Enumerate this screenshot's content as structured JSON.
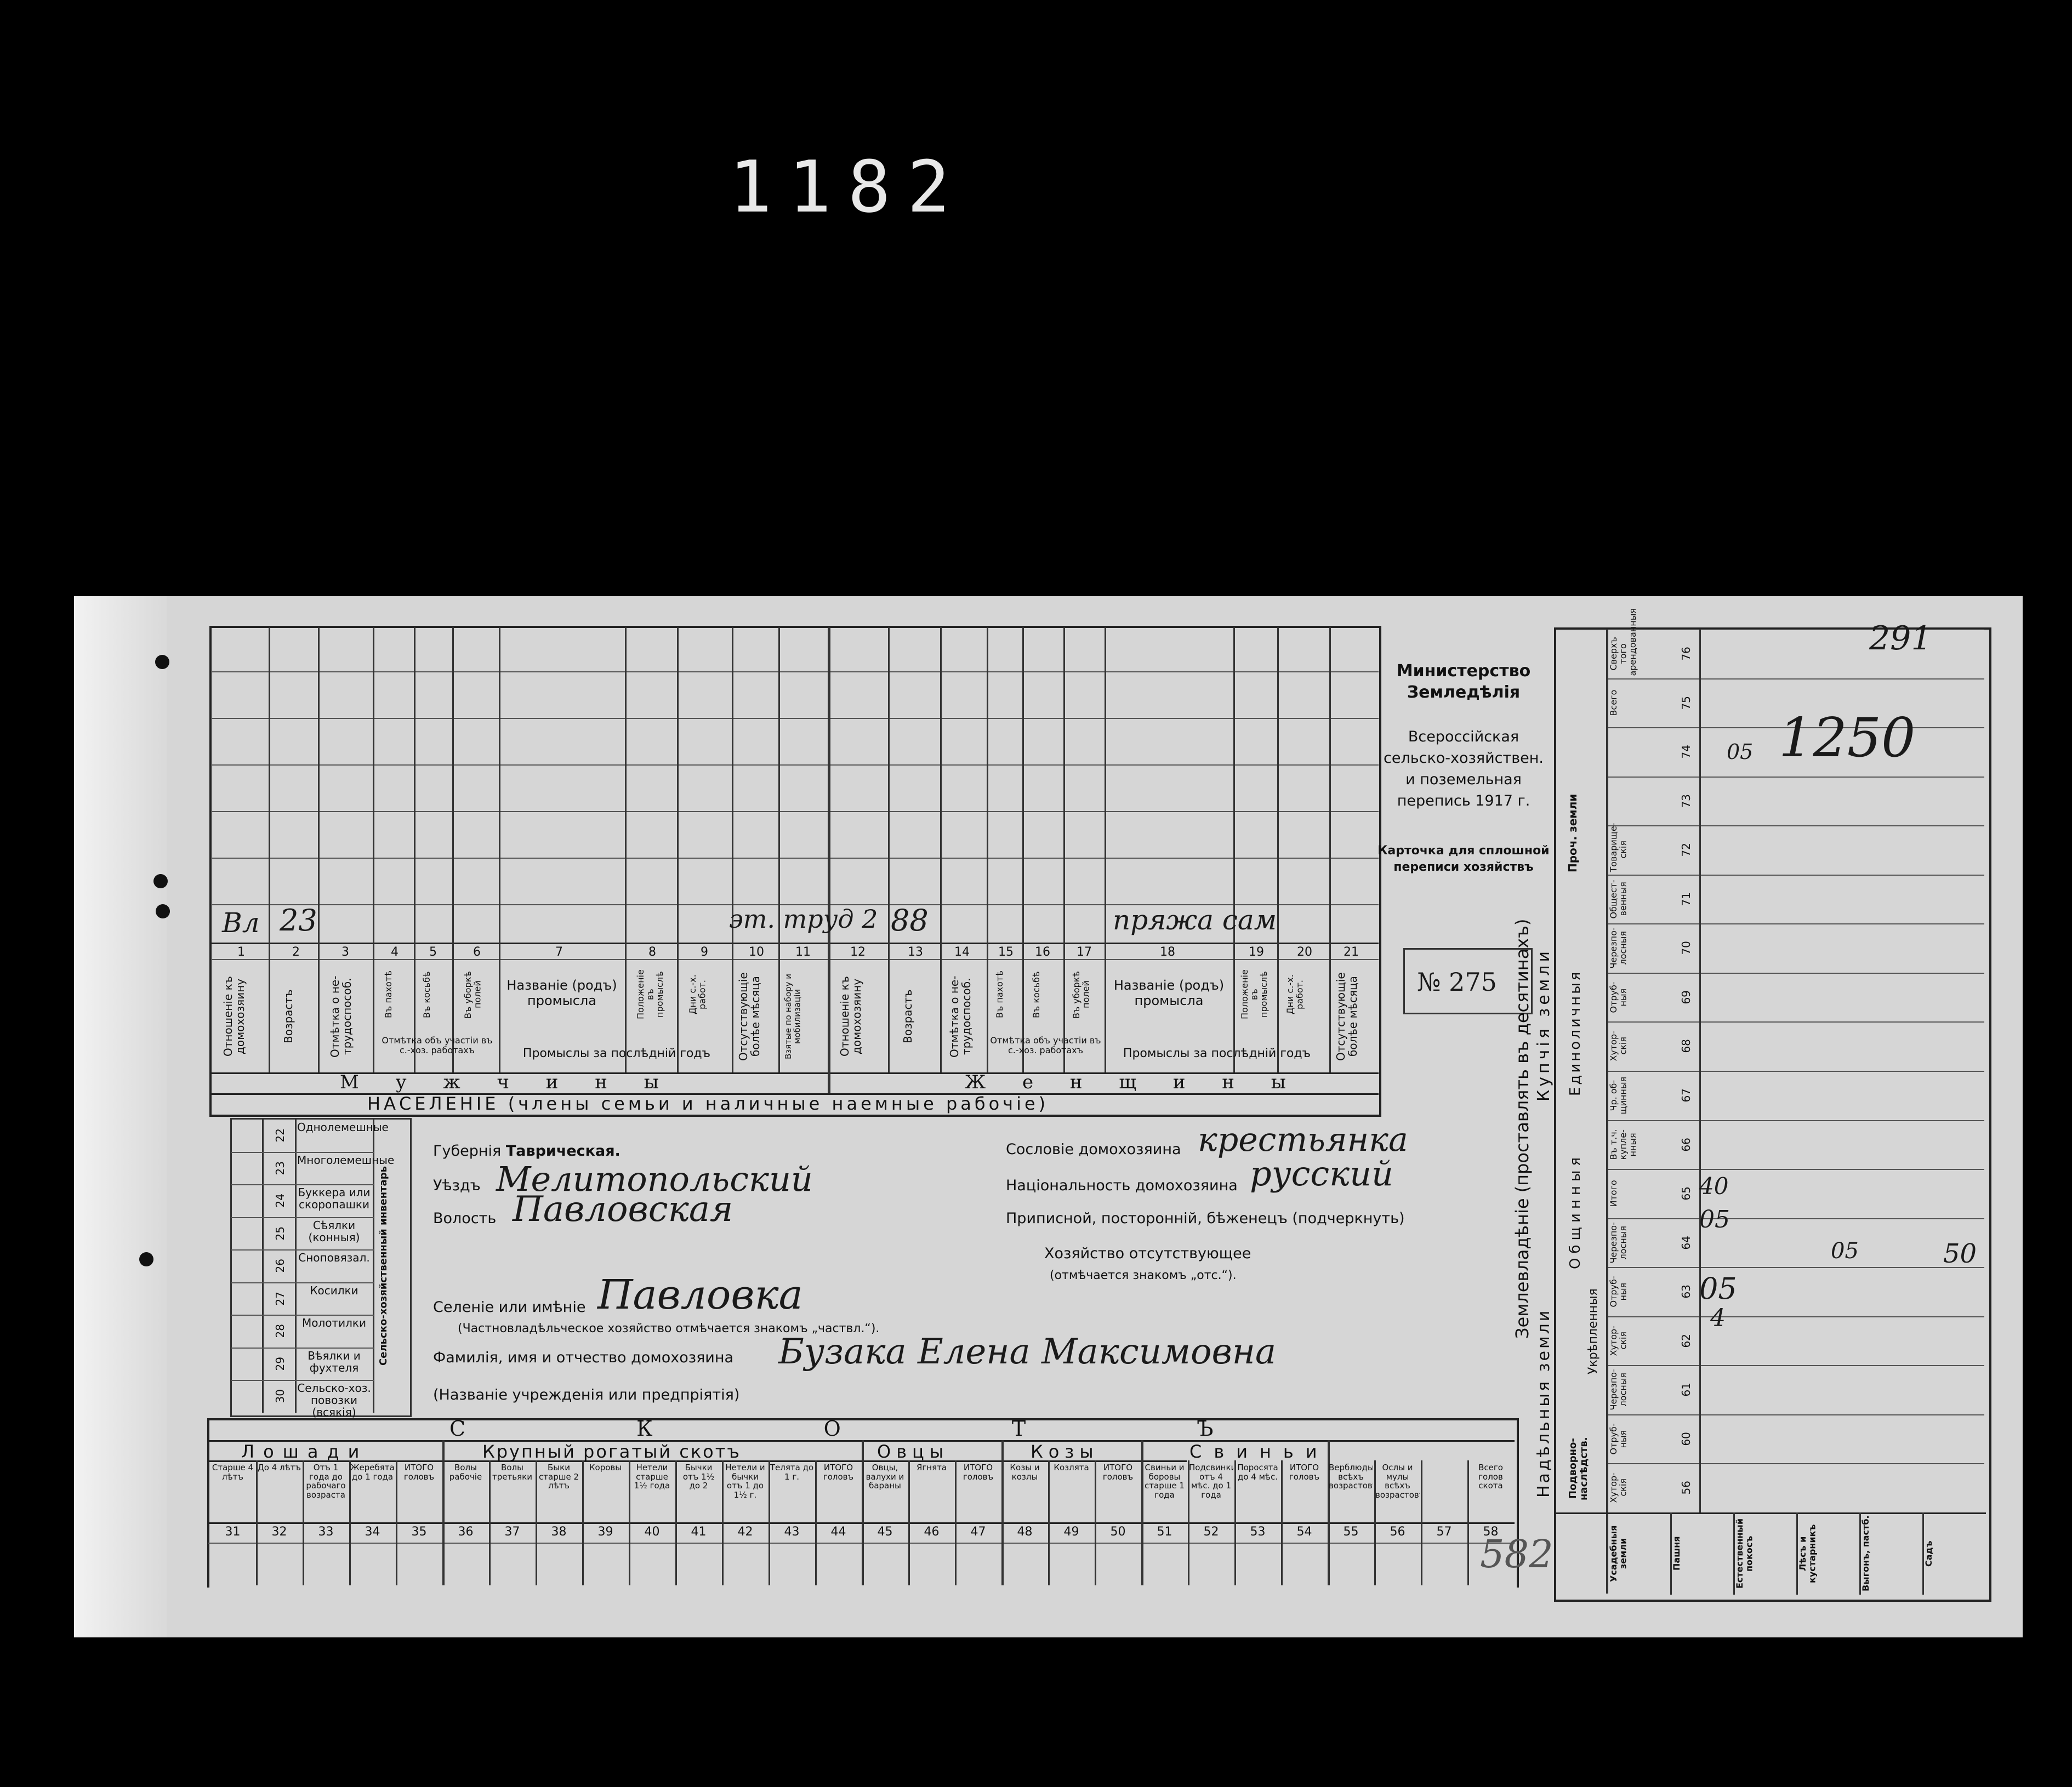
{
  "frame_number": "1182",
  "ministry": {
    "line1": "Министерство",
    "line2": "Земледѣлія",
    "census_line1": "Всероссійская",
    "census_line2": "сельско-хозяйствен.",
    "census_line3": "и поземельная",
    "census_line4": "перепись 1917 г.",
    "card_line1": "Карточка для сплошной",
    "card_line2": "переписи хозяйствъ"
  },
  "card_number": "№ 275",
  "population": {
    "section_title": "НАСЕЛЕНІЕ (члены семьи и наличные наемные рабочіе)",
    "men_label": "М у ж ч и н ы",
    "women_label": "Ж е н щ и н ы",
    "col_numbers": [
      "1",
      "2",
      "3",
      "4",
      "5",
      "6",
      "7",
      "8",
      "9",
      "10",
      "11",
      "12",
      "13",
      "14",
      "15",
      "16",
      "17",
      "18",
      "19",
      "20",
      "21"
    ],
    "headers": {
      "relation": "Отношеніе къ домохозяину",
      "age": "Возрастъ",
      "disabled": "Отмѣтка о не-трудоспособ.",
      "plowing": "Въ пахотѣ",
      "mowing": "Въ косьбѣ",
      "harvest": "Въ уборкѣ полей",
      "participation": "Отмѣтка объ участіи въ с.-хоз. работахъ",
      "trade_name": "Названіе (родъ) промысла",
      "trade_position": "Положеніе въ промыслѣ",
      "trade_days": "Дни с.-х. работ.",
      "trades_last_year": "Промыслы за послѣдній годъ",
      "absent": "Отсутствующіе болѣе мѣсяца",
      "drafted": "Взятые по набору и мобилизаціи"
    },
    "row_entries": {
      "relation": "Вл",
      "age": "23",
      "trade": "эт. труд 2",
      "trade_days": "88",
      "women_trade": "пряжа сам"
    }
  },
  "inventory": {
    "title": "Сельско-хозяйственный инвентарь",
    "rows": [
      {
        "n": "22",
        "label": "Однолемешные"
      },
      {
        "n": "23",
        "label": "Многолемешные"
      },
      {
        "n": "24",
        "label": "Буккера или скоропашки"
      },
      {
        "n": "25",
        "label": "Сѣялки (конныя)"
      },
      {
        "n": "26",
        "label": "Сноповязал."
      },
      {
        "n": "27",
        "label": "Косилки"
      },
      {
        "n": "28",
        "label": "Молотилки"
      },
      {
        "n": "29",
        "label": "Вѣялки и фухтеля"
      },
      {
        "n": "30",
        "label": "Сельско-хоз. повозки (всякія)"
      }
    ]
  },
  "household": {
    "guberniya_label": "Губернія",
    "guberniya_value": "Таврическая.",
    "uezd_label": "Уѣздъ",
    "uezd_value": "Мелитопольский",
    "volost_label": "Волость",
    "volost_value": "Павловская",
    "selenie_label": "Селеніе или имѣніе",
    "selenie_value": "Павловка",
    "private_note": "(Частновладѣльческое хозяйство отмѣчается знакомъ „частвл.“).",
    "name_label": "Фамилія, имя и отчество домохозяина",
    "name_value": "Бузака Елена Максимовна",
    "institution_label": "(Названіе учрежденія или предпріятія)",
    "estate_label": "Сословіе домохозяина",
    "estate_value": "крестьянка",
    "nationality_label": "Національность домохозяина",
    "nationality_value": "русский",
    "registered_label": "Приписной, посторонній, бѣженецъ (подчеркнуть)",
    "absent_label": "Хозяйство отсутствующее",
    "absent_note": "(отмѣчается знакомъ „отс.“)."
  },
  "livestock": {
    "title": "С  К  О  Т  Ъ",
    "groups": {
      "horses": "Лошади",
      "cattle": "Крупный рогатый скотъ",
      "sheep": "Овцы",
      "goats": "Козы",
      "pigs": "Свиньи"
    },
    "headers": [
      "Старше 4 лѣтъ",
      "До 4 лѣтъ",
      "Отъ 1 года до рабочаго возраста",
      "Жеребята до 1 года",
      "ИТОГО головъ",
      "Волы рабочіе",
      "Волы третьяки",
      "Быки старше 2 лѣтъ",
      "Коровы",
      "Нетели старше 1½ года",
      "Бычки отъ 1½ до 2",
      "Нетели и бычки отъ 1 до 1½ г.",
      "Телята до 1 г.",
      "ИТОГО головъ",
      "Овцы, валухи и бараны",
      "Ягнята",
      "ИТОГО головъ",
      "Козы и козлы",
      "Козлята",
      "ИТОГО головъ",
      "Свиньи и боровы старше 1 года",
      "Подсвинки отъ 4 мѣс. до 1 года",
      "Поросята до 4 мѣс.",
      "ИТОГО головъ",
      "Верблюды всѣхъ возрастовъ",
      "Ослы и мулы всѣхъ возрастовъ",
      "",
      "Всего голов скота"
    ],
    "col_numbers": [
      "31",
      "32",
      "33",
      "34",
      "35",
      "36",
      "37",
      "38",
      "39",
      "40",
      "41",
      "42",
      "43",
      "44",
      "45",
      "46",
      "47",
      "48",
      "49",
      "50",
      "51",
      "52",
      "53",
      "54",
      "55",
      "56",
      "57",
      "58"
    ],
    "bottom_note": "582"
  },
  "land": {
    "title": "Землевладѣніе (проставлять въ десятинахъ)",
    "allotment": "Надѣльныя земли",
    "purchased": "Купчія земли",
    "communal": "Общинныя",
    "individual": "Единоличныя",
    "consolidated": "Укрѣпленныя",
    "other": "Проч. земли",
    "inherited": "Подворно-наслѣдств.",
    "col_numbers": [
      "56",
      "60",
      "61",
      "62",
      "63",
      "64",
      "65",
      "66",
      "67",
      "68",
      "69",
      "70",
      "71",
      "72",
      "73",
      "74",
      "75",
      "76"
    ],
    "headers": [
      "Хутор-скія",
      "Отруб-ныя",
      "Черезпо-лосныя",
      "Хутор-скія",
      "Отруб-ныя",
      "Черезпо-лосныя",
      "Итого",
      "Въ т.ч. купле-нныя",
      "Чр. об-щинныя",
      "Хутор-скія",
      "Отруб-ныя",
      "Черезпо-лосныя",
      "Общест-венныя",
      "Товарище-скія",
      "",
      "",
      "Всего",
      "Сверхъ того арендованныя"
    ],
    "bottom_labels": [
      "Усадебныя земли",
      "Пашня",
      "Естественный покосъ",
      "Лѣсъ и кустарникъ",
      "Выгонъ, пастб.",
      "Садъ"
    ],
    "entries": {
      "total": "1250",
      "rented": "291",
      "e75_small": "05",
      "e64": "05",
      "e65a": "05",
      "e65b": "40",
      "e64b": "4",
      "e66": "05",
      "e_side": "50"
    }
  }
}
